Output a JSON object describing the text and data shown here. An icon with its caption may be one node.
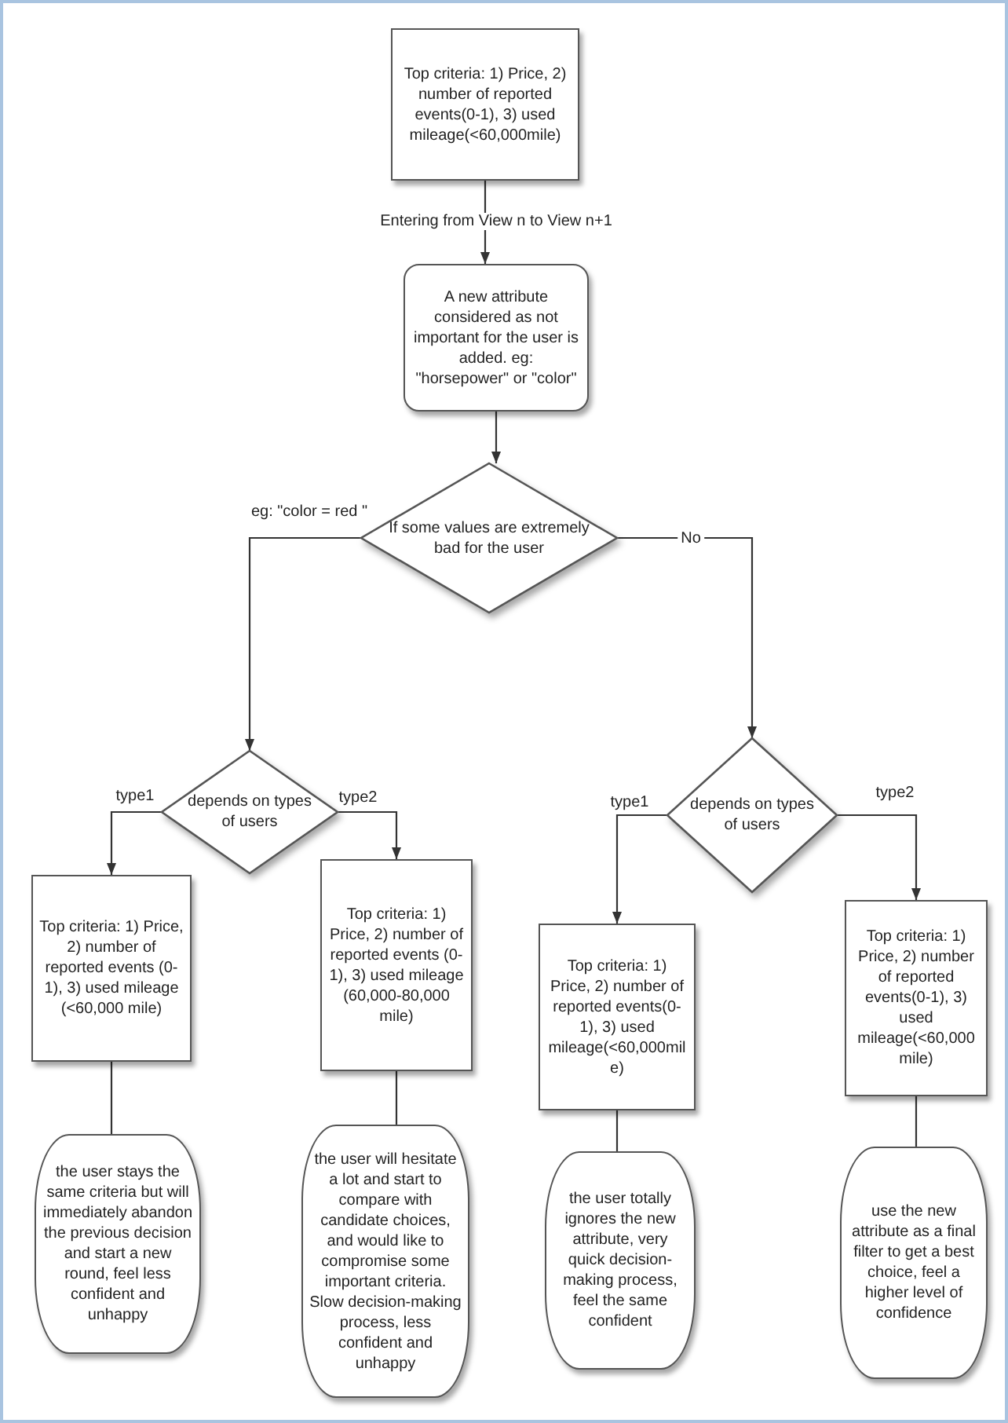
{
  "diagram": {
    "nodes": [
      {
        "text": [
          "Top criteria: 1) Price, 2) number of reported events(0-1), 3) used mileage(<60,000mile)"
        ]
      },
      {
        "text": [
          "A new attribute considered as not important for the user is added. eg: \"horsepower\" or \"color\""
        ]
      },
      {
        "text": [
          "If some values are extremely bad for the user"
        ]
      },
      {
        "text": [
          "depends on types of users"
        ]
      },
      {
        "text": [
          "Top criteria: 1) Price, 2) number of reported events (0-1), 3) used mileage (<60,000 mile)"
        ]
      },
      {
        "text": [
          "Top criteria: 1) Price, 2) number of reported events (0-1), 3) used mileage (60,000-80,000 mile)"
        ]
      },
      {
        "text": [
          "the user stays the same criteria but will immediately abandon the previous decision and start a new round, feel  less confident and unhappy"
        ]
      },
      {
        "text": [
          "the user will hesitate a lot and start to compare with candidate choices, and would like to compromise some important criteria. Slow decision-making process, less confident and unhappy"
        ]
      },
      {
        "text": [
          "depends on types of users"
        ]
      },
      {
        "text": [
          "Top criteria: 1) Price, 2) number of reported events(0-1), 3) used mileage(<60,000mile)"
        ]
      },
      {
        "text": [
          "Top criteria: 1) Price, 2) number of reported events(0-1), 3) used mileage(<60,000mile)"
        ]
      },
      {
        "text": [
          "the user totally ignores the new attribute, very quick decision-making process, feel  the same confident"
        ]
      },
      {
        "text": [
          "use the new attribute as a final filter to get a best choice, feel a higher level of confidence"
        ]
      }
    ],
    "edges": [
      {
        "from": 0,
        "to": 1,
        "arrow": "to",
        "label": "Entering from View n to View n+1"
      },
      {
        "from": 1,
        "to": 2,
        "arrow": "to"
      },
      {
        "from": 2,
        "to": 3,
        "arrow": "to",
        "label": "eg: \"color = red \""
      },
      {
        "from": 2,
        "to": 8,
        "arrow": "to",
        "label": "No"
      },
      {
        "from": 3,
        "to": 4,
        "arrow": "to",
        "label": "type1"
      },
      {
        "from": 3,
        "to": 5,
        "arrow": "to",
        "label": "type2"
      },
      {
        "from": 8,
        "to": 9,
        "arrow": "to",
        "label": "type1"
      },
      {
        "from": 8,
        "to": 10,
        "arrow": "to",
        "label": "type2"
      },
      {
        "from": 4,
        "to": 6,
        "arrow": "none"
      },
      {
        "from": 5,
        "to": 7,
        "arrow": "none"
      },
      {
        "from": 9,
        "to": 11,
        "arrow": "none"
      },
      {
        "from": 10,
        "to": 12,
        "arrow": "none"
      }
    ]
  }
}
